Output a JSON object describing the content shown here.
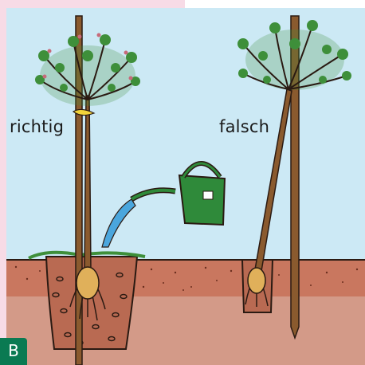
{
  "labels": {
    "correct": "richtig",
    "wrong": "falsch"
  },
  "badge": "B",
  "colors": {
    "sky": "#cce9f5",
    "corner_pink": "#f7dbe6",
    "soil_layer": "#c9775f",
    "subsoil": "#d39a88",
    "foliage": "#3e8f3a",
    "stake": "#8a5a2e",
    "watering_can": "#2f8a3a",
    "water": "#4aa6dd",
    "badge_bg": "#0a7a52"
  },
  "icons": [
    "watering-can-icon",
    "tree-icon",
    "stake-icon"
  ]
}
